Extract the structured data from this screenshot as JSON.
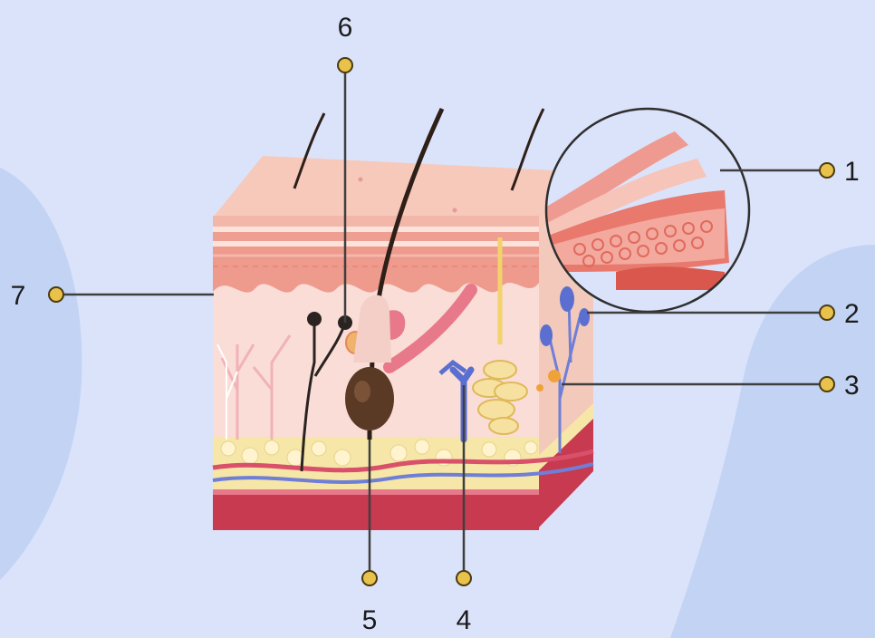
{
  "colors": {
    "background": "#dbe3fa",
    "blob": "#c3d3f4",
    "leader_line": "#3f3f3f",
    "marker_fill": "#e8c24a",
    "marker_stroke": "#4a3a10"
  },
  "labels": {
    "l1": "1",
    "l2": "2",
    "l3": "3",
    "l4": "4",
    "l5": "5",
    "l6": "6",
    "l7": "7"
  }
}
